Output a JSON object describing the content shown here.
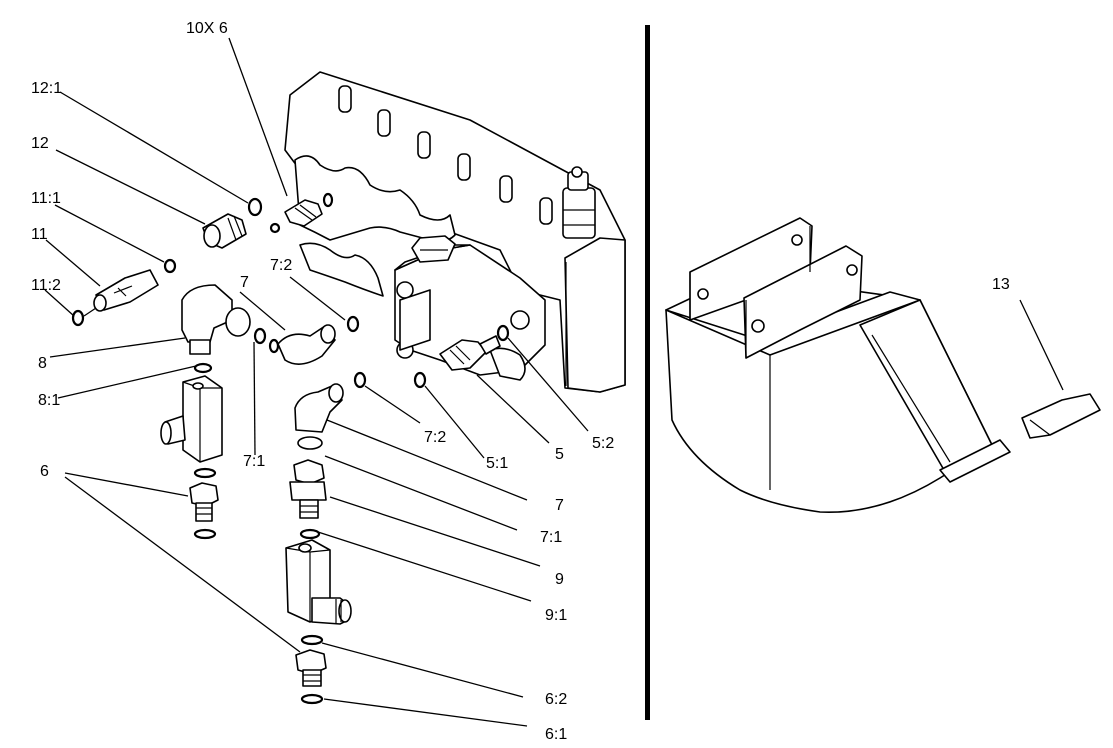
{
  "diagram": {
    "labels": {
      "l10x6": "10X 6",
      "l12_1": "12:1",
      "l12": "12",
      "l11_1": "11:1",
      "l11": "11",
      "l11_2": "11:2",
      "l8": "8",
      "l8_1": "8:1",
      "l6": "6",
      "l7a": "7",
      "l7_2a": "7:2",
      "l7_1a": "7:1",
      "l7_2b": "7:2",
      "l5_1": "5:1",
      "l5": "5",
      "l5_2": "5:2",
      "l7b": "7",
      "l7_1b": "7:1",
      "l9": "9",
      "l9_1": "9:1",
      "l6_2": "6:2",
      "l6_1": "6:1",
      "l13": "13"
    }
  }
}
